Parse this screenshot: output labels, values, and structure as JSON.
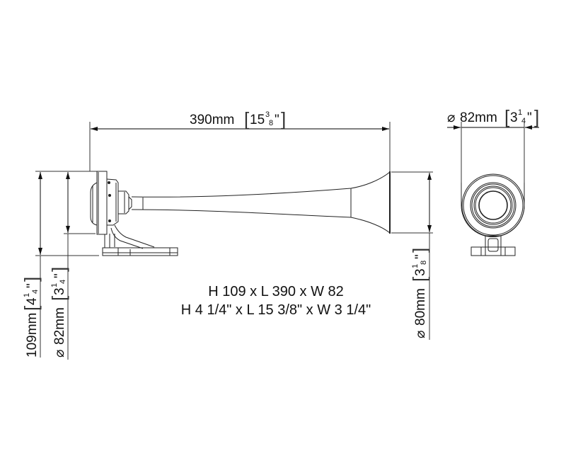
{
  "drawing": {
    "type": "dimensioned technical drawing",
    "subject": "air horn trumpet",
    "views": [
      "side-view",
      "end-view"
    ],
    "line_color": "#222222",
    "background": "#ffffff"
  },
  "dimensions": {
    "length": {
      "value": "390mm",
      "imperial_whole": "15",
      "imperial_num": "3",
      "imperial_den": "8",
      "label": "390mm [15 3/8\"]"
    },
    "width_top": {
      "symbol": "⌀",
      "value": "82mm",
      "imperial_whole": "3",
      "imperial_num": "1",
      "imperial_den": "4",
      "label": "⌀82mm [3 1/4\"]"
    },
    "height_total": {
      "value": "109mm",
      "imperial_whole": "4",
      "imperial_num": "1",
      "imperial_den": "4",
      "label": "109mm [4 1/4\"]"
    },
    "diaphragm_dia": {
      "symbol": "⌀",
      "value": "82mm",
      "imperial_whole": "3",
      "imperial_num": "1",
      "imperial_den": "4",
      "label": "⌀82mm [3 1/4\"]"
    },
    "bell_dia": {
      "symbol": "⌀",
      "value": "80mm",
      "imperial_whole": "3",
      "imperial_num": "1",
      "imperial_den": "8",
      "label": "⌀80mm [3 1/8\"]"
    }
  },
  "caption": {
    "metric": "H 109 x L 390 x W 82",
    "imperial": "H 4 1/4\" x L 15 3/8\" x W 3 1/4\""
  }
}
